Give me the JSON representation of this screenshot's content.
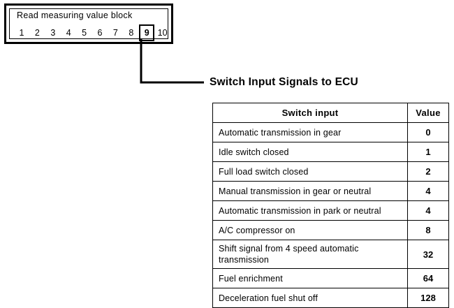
{
  "measuring_block": {
    "title": "Read measuring value block",
    "channels": [
      "1",
      "2",
      "3",
      "4",
      "5",
      "6",
      "7",
      "8",
      "9",
      "10"
    ],
    "selected_channel": "9"
  },
  "heading": "Switch Input Signals to ECU",
  "table": {
    "columns": [
      "Switch input",
      "Value"
    ],
    "rows": [
      {
        "description": "Automatic transmission in gear",
        "value": "0",
        "tall": false
      },
      {
        "description": "Idle switch closed",
        "value": "1",
        "tall": false
      },
      {
        "description": "Full load switch closed",
        "value": "2",
        "tall": false
      },
      {
        "description": "Manual transmission in gear or neutral",
        "value": "4",
        "tall": false
      },
      {
        "description": "Automatic transmission in park or neutral",
        "value": "4",
        "tall": false
      },
      {
        "description": "A/C compressor on",
        "value": "8",
        "tall": false
      },
      {
        "description": "Shift signal from 4 speed automatic transmission",
        "value": "32",
        "tall": true
      },
      {
        "description": "Fuel enrichment",
        "value": "64",
        "tall": false
      },
      {
        "description": "Deceleration fuel shut off",
        "value": "128",
        "tall": false
      }
    ]
  },
  "colors": {
    "ink": "#000000",
    "paper": "#ffffff"
  }
}
